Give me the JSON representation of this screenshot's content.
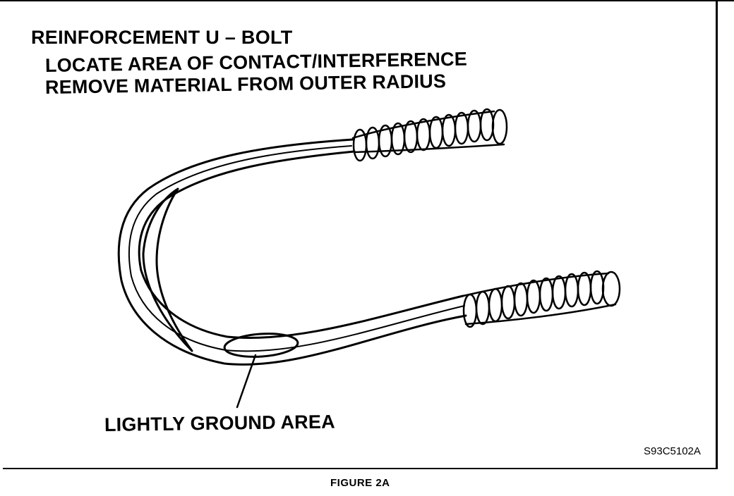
{
  "figure": {
    "title": "REINFORCEMENT U – BOLT",
    "instruction_1": "LOCATE AREA OF CONTACT/INTERFERENCE",
    "instruction_2": "REMOVE MATERIAL FROM OUTER RADIUS",
    "callout": "LIGHTLY GROUND AREA",
    "figure_id": "S93C5102A",
    "caption": "FIGURE 2A"
  }
}
